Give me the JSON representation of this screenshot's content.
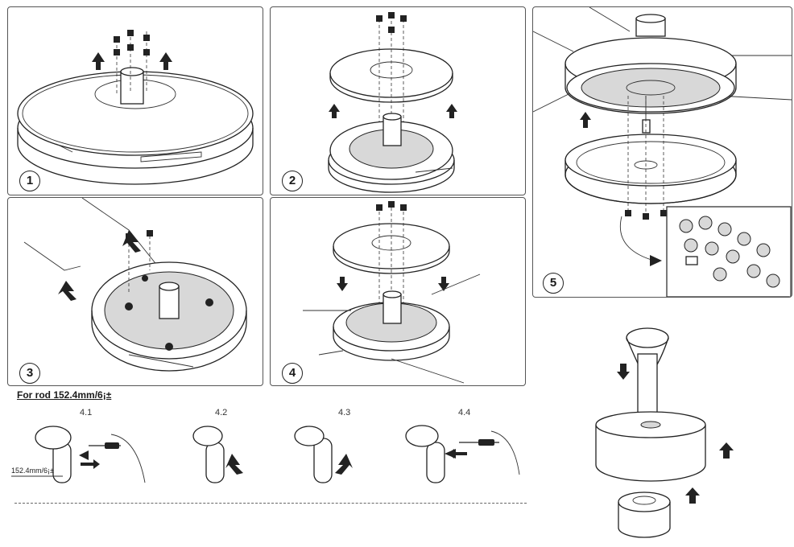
{
  "steps": [
    {
      "number": "1"
    },
    {
      "number": "2"
    },
    {
      "number": "3"
    },
    {
      "number": "4"
    },
    {
      "number": "5"
    }
  ],
  "rod_section": {
    "title": "For rod  152.4mm/6¡±",
    "dimension_label": "152.4mm/6¡±",
    "substeps": [
      "4.1",
      "4.2",
      "4.3",
      "4.4"
    ]
  }
}
